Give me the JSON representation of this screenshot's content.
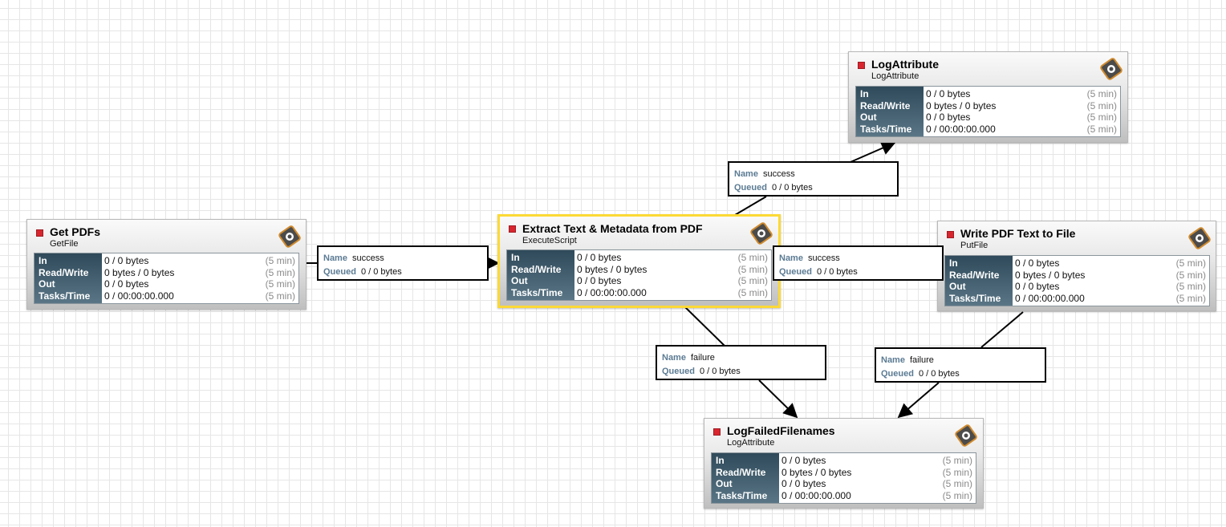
{
  "stat_labels": [
    "In",
    "Read/Write",
    "Out",
    "Tasks/Time"
  ],
  "stat_period": "(5 min)",
  "connection_keys": {
    "name": "Name",
    "queued": "Queued"
  },
  "processors": [
    {
      "id": "get-pdfs",
      "name": "Get PDFs",
      "type": "GetFile",
      "status": "stopped",
      "selected": false,
      "stats": [
        "0 / 0 bytes",
        "0 bytes / 0 bytes",
        "0 / 0 bytes",
        "0 / 00:00:00.000"
      ]
    },
    {
      "id": "extract-text",
      "name": "Extract Text & Metadata from PDF",
      "type": "ExecuteScript",
      "status": "stopped",
      "selected": true,
      "stats": [
        "0 / 0 bytes",
        "0 bytes / 0 bytes",
        "0 / 0 bytes",
        "0 / 00:00:00.000"
      ]
    },
    {
      "id": "log-attribute",
      "name": "LogAttribute",
      "type": "LogAttribute",
      "status": "stopped",
      "selected": false,
      "stats": [
        "0 / 0 bytes",
        "0 bytes / 0 bytes",
        "0 / 0 bytes",
        "0 / 00:00:00.000"
      ]
    },
    {
      "id": "write-pdf-text",
      "name": "Write PDF Text to File",
      "type": "PutFile",
      "status": "stopped",
      "selected": false,
      "stats": [
        "0 / 0 bytes",
        "0 bytes / 0 bytes",
        "0 / 0 bytes",
        "0 / 00:00:00.000"
      ]
    },
    {
      "id": "log-failed",
      "name": "LogFailedFilenames",
      "type": "LogAttribute",
      "status": "stopped",
      "selected": false,
      "stats": [
        "0 / 0 bytes",
        "0 bytes / 0 bytes",
        "0 / 0 bytes",
        "0 / 00:00:00.000"
      ]
    }
  ],
  "connections": [
    {
      "id": "getpdfs-to-extract",
      "name": "success",
      "queued": "0 / 0 bytes"
    },
    {
      "id": "extract-to-logattribute",
      "name": "success",
      "queued": "0 / 0 bytes"
    },
    {
      "id": "extract-to-write",
      "name": "success",
      "queued": "0 / 0 bytes"
    },
    {
      "id": "extract-to-logfailed",
      "name": "failure",
      "queued": "0 / 0 bytes"
    },
    {
      "id": "write-to-logfailed",
      "name": "failure",
      "queued": "0 / 0 bytes"
    }
  ],
  "colors": {
    "status_stopped": "#d8262f",
    "selected_border": "#fcd935",
    "label_key": "#5b7b93"
  }
}
